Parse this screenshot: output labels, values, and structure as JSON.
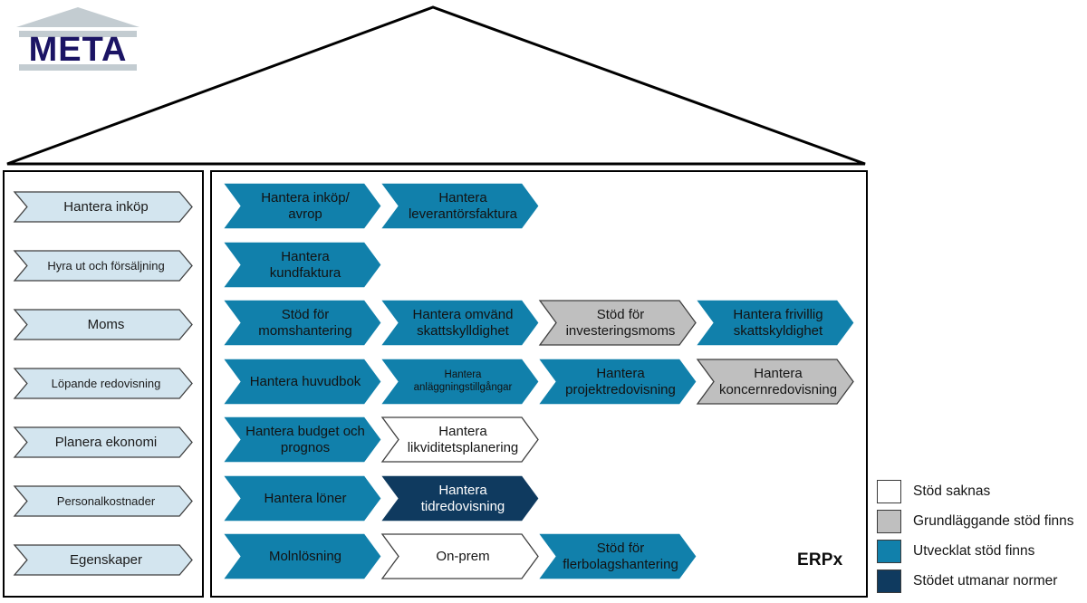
{
  "logo": {
    "text": "META",
    "icon": "temple-pediment-icon",
    "color": "#1b1464",
    "accent": "#c3ccd1"
  },
  "colors": {
    "teal": "#1180ab",
    "navy": "#0f3a5f",
    "gray": "#bfbfbf",
    "white": "#ffffff",
    "light_blue": "#d3e5ef",
    "outline": "#3f3f3f",
    "frame": "#000000"
  },
  "house": {
    "roof_label": "",
    "body_label": "ERPx"
  },
  "sidebar": {
    "items": [
      {
        "label": "Hantera inköp",
        "size": "normal"
      },
      {
        "label": "Hyra ut och försäljning",
        "size": "small"
      },
      {
        "label": "Moms",
        "size": "normal"
      },
      {
        "label": "Löpande redovisning",
        "size": "small"
      },
      {
        "label": "Planera ekonomi",
        "size": "normal"
      },
      {
        "label": "Personalkostnader",
        "size": "small"
      },
      {
        "label": "Egenskaper",
        "size": "normal"
      }
    ]
  },
  "main": {
    "rows": [
      [
        {
          "label": "Hantera inköp/\navrop",
          "status": "teal",
          "size": "normal"
        },
        {
          "label": "Hantera\nleverantörsfaktura",
          "status": "teal",
          "size": "normal"
        }
      ],
      [
        {
          "label": "Hantera\nkundfaktura",
          "status": "teal",
          "size": "normal"
        }
      ],
      [
        {
          "label": "Stöd för\nmomshantering",
          "status": "teal",
          "size": "normal"
        },
        {
          "label": "Hantera omvänd\nskattskylldighet",
          "status": "teal",
          "size": "normal"
        },
        {
          "label": "Stöd för\ninvesteringsmoms",
          "status": "gray",
          "size": "normal"
        },
        {
          "label": "Hantera frivillig\nskattskyldighet",
          "status": "teal",
          "size": "normal"
        }
      ],
      [
        {
          "label": "Hantera huvudbok",
          "status": "teal",
          "size": "normal"
        },
        {
          "label": "Hantera\nanläggningstillgångar",
          "status": "teal",
          "size": "small"
        },
        {
          "label": "Hantera\nprojektredovisning",
          "status": "teal",
          "size": "normal"
        },
        {
          "label": "Hantera\nkoncernredovisning",
          "status": "gray",
          "size": "normal"
        }
      ],
      [
        {
          "label": "Hantera budget och\nprognos",
          "status": "teal",
          "size": "normal"
        },
        {
          "label": "Hantera\nlikviditetsplanering",
          "status": "white",
          "size": "normal"
        }
      ],
      [
        {
          "label": "Hantera löner",
          "status": "teal",
          "size": "normal"
        },
        {
          "label": "Hantera\ntidredovisning",
          "status": "navy",
          "size": "normal"
        }
      ],
      [
        {
          "label": "Molnlösning",
          "status": "teal",
          "size": "normal"
        },
        {
          "label": "On-prem",
          "status": "white",
          "size": "normal"
        },
        {
          "label": "Stöd för\nflerbolagshantering",
          "status": "teal",
          "size": "normal"
        }
      ]
    ]
  },
  "legend": {
    "items": [
      {
        "label": "Stöd saknas",
        "status": "white"
      },
      {
        "label": "Grundläggande stöd finns",
        "status": "gray"
      },
      {
        "label": "Utvecklat stöd finns",
        "status": "teal"
      },
      {
        "label": "Stödet utmanar normer",
        "status": "navy"
      }
    ]
  }
}
